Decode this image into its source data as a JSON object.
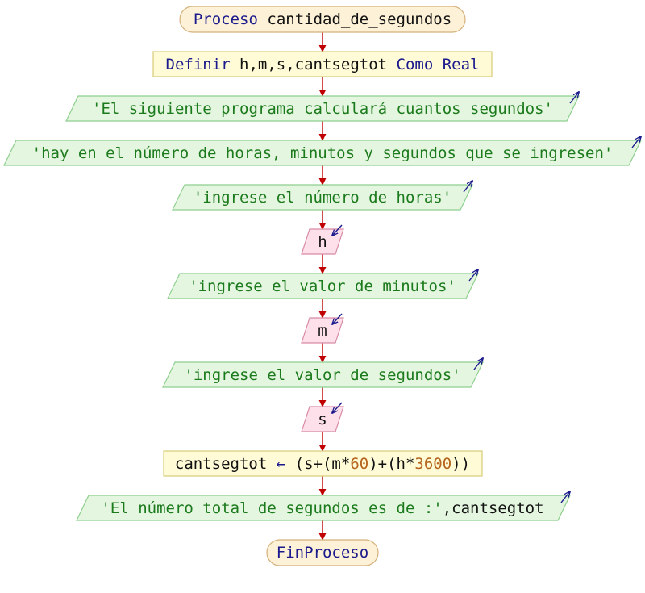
{
  "colors": {
    "terminal_fill": "#fdf1d8",
    "terminal_stroke": "#d4b07a",
    "process_fill": "#fffbd6",
    "process_stroke": "#d7cc7a",
    "output_fill": "#e4f6e0",
    "output_stroke": "#8fcf8f",
    "input_fill": "#fde0ea",
    "input_stroke": "#d98aa5",
    "connector": "#c00000",
    "io_arrow": "#1a1a8c",
    "keyword": "#1a1a8c",
    "identifier": "#111111",
    "string": "#1b7a1b",
    "number": "#b5651d"
  },
  "start": {
    "keyword": "Proceso",
    "name": "cantidad_de_segundos"
  },
  "define": {
    "keyword": "Definir",
    "vars": "h,m,s,cantsegtot",
    "type_keyword": "Como Real"
  },
  "out1": {
    "text": "'El siguiente programa calculará cuantos segundos'"
  },
  "out2": {
    "text": "'hay en el número de horas, minutos y segundos que se ingresen'"
  },
  "out3": {
    "text": "'ingrese el número de horas'"
  },
  "in1": {
    "var": "h"
  },
  "out4": {
    "text": "'ingrese el valor de minutos'"
  },
  "in2": {
    "var": "m"
  },
  "out5": {
    "text": "'ingrese el valor de segundos'"
  },
  "in3": {
    "var": "s"
  },
  "assign": {
    "target": "cantsegtot",
    "arrow": "←",
    "p1": "(s+(m*",
    "n1": "60",
    "p2": ")+(h*",
    "n2": "3600",
    "p3": "))"
  },
  "out6": {
    "text": "'El número total de segundos es de :'",
    "var": ",cantsegtot"
  },
  "end": {
    "keyword": "FinProceso"
  }
}
